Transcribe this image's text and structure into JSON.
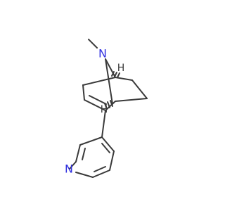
{
  "molecule": {
    "atoms": {
      "nitrogen_bridge": "N",
      "nitrogen_pyridine": "N",
      "stereo_h_upper": "H",
      "stereo_h_lower": "H"
    },
    "colors": {
      "bond": "#3a3a3a",
      "nitrogen": "#3030e0",
      "hydrogen": "#3a3a3a"
    }
  }
}
